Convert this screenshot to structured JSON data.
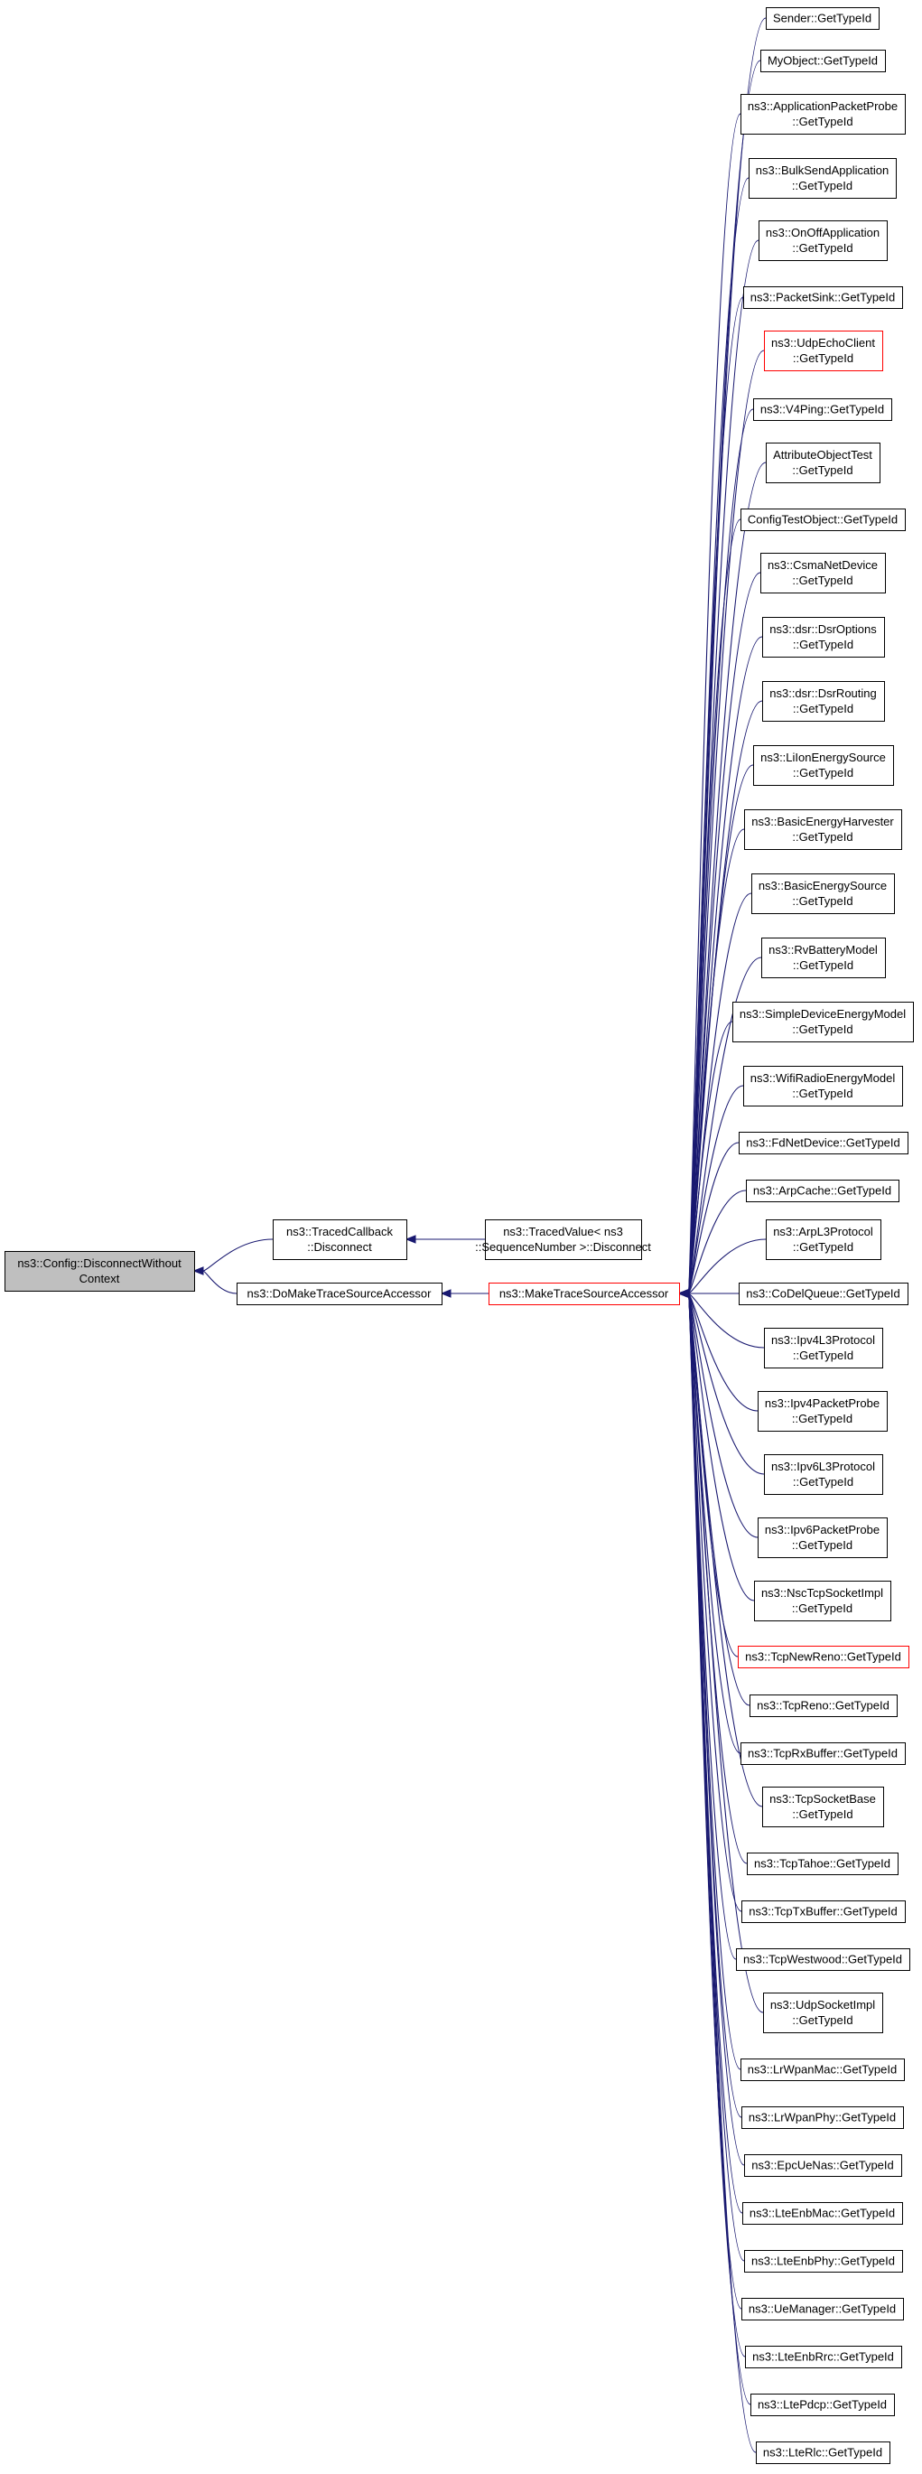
{
  "colors": {
    "edge": "#191970",
    "node_border": "#000000",
    "node_fill": "#ffffff",
    "focus_fill": "#bfbfbf",
    "highlight_border": "#ff0000"
  },
  "nodes": [
    {
      "id": "root",
      "lines": [
        "ns3::Config::DisconnectWithout",
        "Context"
      ],
      "style": "focus"
    },
    {
      "id": "traced_cb",
      "lines": [
        "ns3::TracedCallback",
        "::Disconnect"
      ],
      "style": "normal"
    },
    {
      "id": "do_make",
      "lines": [
        "ns3::DoMakeTraceSourceAccessor"
      ],
      "style": "normal"
    },
    {
      "id": "traced_value",
      "lines": [
        "ns3::TracedValue< ns3",
        "::SequenceNumber >::Disconnect"
      ],
      "style": "normal"
    },
    {
      "id": "make_tsa",
      "lines": [
        "ns3::MakeTraceSourceAccessor"
      ],
      "style": "highlight"
    },
    {
      "id": "n1",
      "lines": [
        "Sender::GetTypeId"
      ],
      "style": "normal"
    },
    {
      "id": "n2",
      "lines": [
        "MyObject::GetTypeId"
      ],
      "style": "normal"
    },
    {
      "id": "n3",
      "lines": [
        "ns3::ApplicationPacketProbe",
        "::GetTypeId"
      ],
      "style": "normal"
    },
    {
      "id": "n4",
      "lines": [
        "ns3::BulkSendApplication",
        "::GetTypeId"
      ],
      "style": "normal"
    },
    {
      "id": "n5",
      "lines": [
        "ns3::OnOffApplication",
        "::GetTypeId"
      ],
      "style": "normal"
    },
    {
      "id": "n6",
      "lines": [
        "ns3::PacketSink::GetTypeId"
      ],
      "style": "normal"
    },
    {
      "id": "n7",
      "lines": [
        "ns3::UdpEchoClient",
        "::GetTypeId"
      ],
      "style": "highlight"
    },
    {
      "id": "n8",
      "lines": [
        "ns3::V4Ping::GetTypeId"
      ],
      "style": "normal"
    },
    {
      "id": "n9",
      "lines": [
        "AttributeObjectTest",
        "::GetTypeId"
      ],
      "style": "normal"
    },
    {
      "id": "n10",
      "lines": [
        "ConfigTestObject::GetTypeId"
      ],
      "style": "normal"
    },
    {
      "id": "n11",
      "lines": [
        "ns3::CsmaNetDevice",
        "::GetTypeId"
      ],
      "style": "normal"
    },
    {
      "id": "n12",
      "lines": [
        "ns3::dsr::DsrOptions",
        "::GetTypeId"
      ],
      "style": "normal"
    },
    {
      "id": "n13",
      "lines": [
        "ns3::dsr::DsrRouting",
        "::GetTypeId"
      ],
      "style": "normal"
    },
    {
      "id": "n14",
      "lines": [
        "ns3::LiIonEnergySource",
        "::GetTypeId"
      ],
      "style": "normal"
    },
    {
      "id": "n15",
      "lines": [
        "ns3::BasicEnergyHarvester",
        "::GetTypeId"
      ],
      "style": "normal"
    },
    {
      "id": "n16",
      "lines": [
        "ns3::BasicEnergySource",
        "::GetTypeId"
      ],
      "style": "normal"
    },
    {
      "id": "n17",
      "lines": [
        "ns3::RvBatteryModel",
        "::GetTypeId"
      ],
      "style": "normal"
    },
    {
      "id": "n18",
      "lines": [
        "ns3::SimpleDeviceEnergyModel",
        "::GetTypeId"
      ],
      "style": "normal"
    },
    {
      "id": "n19",
      "lines": [
        "ns3::WifiRadioEnergyModel",
        "::GetTypeId"
      ],
      "style": "normal"
    },
    {
      "id": "n20",
      "lines": [
        "ns3::FdNetDevice::GetTypeId"
      ],
      "style": "normal"
    },
    {
      "id": "n21",
      "lines": [
        "ns3::ArpCache::GetTypeId"
      ],
      "style": "normal"
    },
    {
      "id": "n22",
      "lines": [
        "ns3::ArpL3Protocol",
        "::GetTypeId"
      ],
      "style": "normal"
    },
    {
      "id": "n23",
      "lines": [
        "ns3::CoDelQueue::GetTypeId"
      ],
      "style": "normal"
    },
    {
      "id": "n24",
      "lines": [
        "ns3::Ipv4L3Protocol",
        "::GetTypeId"
      ],
      "style": "normal"
    },
    {
      "id": "n25",
      "lines": [
        "ns3::Ipv4PacketProbe",
        "::GetTypeId"
      ],
      "style": "normal"
    },
    {
      "id": "n26",
      "lines": [
        "ns3::Ipv6L3Protocol",
        "::GetTypeId"
      ],
      "style": "normal"
    },
    {
      "id": "n27",
      "lines": [
        "ns3::Ipv6PacketProbe",
        "::GetTypeId"
      ],
      "style": "normal"
    },
    {
      "id": "n28",
      "lines": [
        "ns3::NscTcpSocketImpl",
        "::GetTypeId"
      ],
      "style": "normal"
    },
    {
      "id": "n29",
      "lines": [
        "ns3::TcpNewReno::GetTypeId"
      ],
      "style": "highlight"
    },
    {
      "id": "n30",
      "lines": [
        "ns3::TcpReno::GetTypeId"
      ],
      "style": "normal"
    },
    {
      "id": "n31",
      "lines": [
        "ns3::TcpRxBuffer::GetTypeId"
      ],
      "style": "normal"
    },
    {
      "id": "n32",
      "lines": [
        "ns3::TcpSocketBase",
        "::GetTypeId"
      ],
      "style": "normal"
    },
    {
      "id": "n33",
      "lines": [
        "ns3::TcpTahoe::GetTypeId"
      ],
      "style": "normal"
    },
    {
      "id": "n34",
      "lines": [
        "ns3::TcpTxBuffer::GetTypeId"
      ],
      "style": "normal"
    },
    {
      "id": "n35",
      "lines": [
        "ns3::TcpWestwood::GetTypeId"
      ],
      "style": "normal"
    },
    {
      "id": "n36",
      "lines": [
        "ns3::UdpSocketImpl",
        "::GetTypeId"
      ],
      "style": "normal"
    },
    {
      "id": "n37",
      "lines": [
        "ns3::LrWpanMac::GetTypeId"
      ],
      "style": "normal"
    },
    {
      "id": "n38",
      "lines": [
        "ns3::LrWpanPhy::GetTypeId"
      ],
      "style": "normal"
    },
    {
      "id": "n39",
      "lines": [
        "ns3::EpcUeNas::GetTypeId"
      ],
      "style": "normal"
    },
    {
      "id": "n40",
      "lines": [
        "ns3::LteEnbMac::GetTypeId"
      ],
      "style": "normal"
    },
    {
      "id": "n41",
      "lines": [
        "ns3::LteEnbPhy::GetTypeId"
      ],
      "style": "normal"
    },
    {
      "id": "n42",
      "lines": [
        "ns3::UeManager::GetTypeId"
      ],
      "style": "normal"
    },
    {
      "id": "n43",
      "lines": [
        "ns3::LteEnbRrc::GetTypeId"
      ],
      "style": "normal"
    },
    {
      "id": "n44",
      "lines": [
        "ns3::LtePdcp::GetTypeId"
      ],
      "style": "normal"
    },
    {
      "id": "n45",
      "lines": [
        "ns3::LteRlc::GetTypeId"
      ],
      "style": "normal"
    }
  ],
  "edges": [
    {
      "from": "traced_cb",
      "to": "root"
    },
    {
      "from": "do_make",
      "to": "root"
    },
    {
      "from": "traced_value",
      "to": "traced_cb"
    },
    {
      "from": "make_tsa",
      "to": "do_make"
    },
    {
      "from": "n1",
      "to": "make_tsa"
    },
    {
      "from": "n2",
      "to": "make_tsa"
    },
    {
      "from": "n3",
      "to": "make_tsa"
    },
    {
      "from": "n4",
      "to": "make_tsa"
    },
    {
      "from": "n5",
      "to": "make_tsa"
    },
    {
      "from": "n6",
      "to": "make_tsa"
    },
    {
      "from": "n7",
      "to": "make_tsa"
    },
    {
      "from": "n8",
      "to": "make_tsa"
    },
    {
      "from": "n9",
      "to": "make_tsa"
    },
    {
      "from": "n10",
      "to": "make_tsa"
    },
    {
      "from": "n11",
      "to": "make_tsa"
    },
    {
      "from": "n12",
      "to": "make_tsa"
    },
    {
      "from": "n13",
      "to": "make_tsa"
    },
    {
      "from": "n14",
      "to": "make_tsa"
    },
    {
      "from": "n15",
      "to": "make_tsa"
    },
    {
      "from": "n16",
      "to": "make_tsa"
    },
    {
      "from": "n17",
      "to": "make_tsa"
    },
    {
      "from": "n18",
      "to": "make_tsa"
    },
    {
      "from": "n19",
      "to": "make_tsa"
    },
    {
      "from": "n20",
      "to": "make_tsa"
    },
    {
      "from": "n21",
      "to": "make_tsa"
    },
    {
      "from": "n22",
      "to": "make_tsa"
    },
    {
      "from": "n23",
      "to": "make_tsa"
    },
    {
      "from": "n24",
      "to": "make_tsa"
    },
    {
      "from": "n25",
      "to": "make_tsa"
    },
    {
      "from": "n26",
      "to": "make_tsa"
    },
    {
      "from": "n27",
      "to": "make_tsa"
    },
    {
      "from": "n28",
      "to": "make_tsa"
    },
    {
      "from": "n29",
      "to": "make_tsa"
    },
    {
      "from": "n30",
      "to": "make_tsa"
    },
    {
      "from": "n31",
      "to": "make_tsa"
    },
    {
      "from": "n32",
      "to": "make_tsa"
    },
    {
      "from": "n33",
      "to": "make_tsa"
    },
    {
      "from": "n34",
      "to": "make_tsa"
    },
    {
      "from": "n35",
      "to": "make_tsa"
    },
    {
      "from": "n36",
      "to": "make_tsa"
    },
    {
      "from": "n37",
      "to": "make_tsa"
    },
    {
      "from": "n38",
      "to": "make_tsa"
    },
    {
      "from": "n39",
      "to": "make_tsa"
    },
    {
      "from": "n40",
      "to": "make_tsa"
    },
    {
      "from": "n41",
      "to": "make_tsa"
    },
    {
      "from": "n42",
      "to": "make_tsa"
    },
    {
      "from": "n43",
      "to": "make_tsa"
    },
    {
      "from": "n44",
      "to": "make_tsa"
    },
    {
      "from": "n45",
      "to": "make_tsa"
    }
  ]
}
